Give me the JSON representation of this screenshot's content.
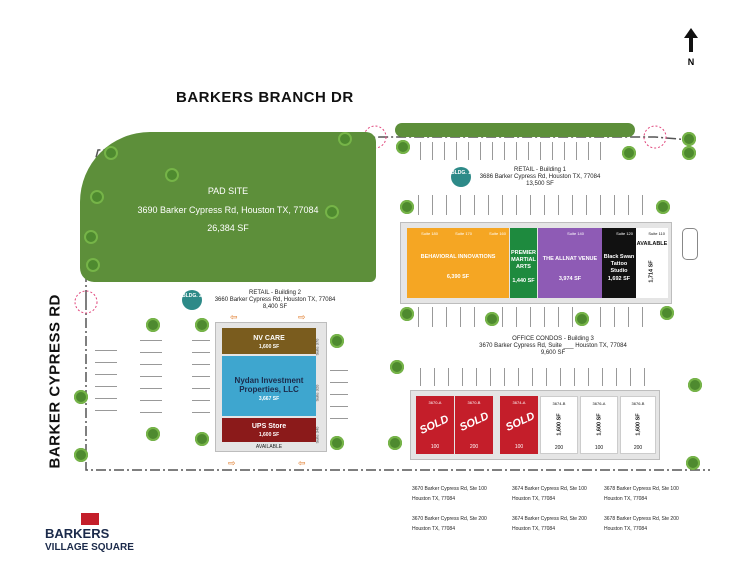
{
  "north": {
    "letter": "N"
  },
  "streets": {
    "top": "BARKERS BRANCH DR",
    "left": "BARKER CYPRESS RD"
  },
  "pad_site": {
    "title": "PAD SITE",
    "address": "3690 Barker Cypress Rd, Houston TX, 77084",
    "area": "26,384 SF"
  },
  "building1": {
    "badge": "BLDG. 1",
    "title": "RETAIL - Building 1",
    "address": "3686 Barker Cypress Rd, Houston TX, 77084",
    "area": "13,500 SF",
    "units": [
      {
        "suite": "Suite 180",
        "name": "",
        "sf": "",
        "color": "#f5a623"
      },
      {
        "suite": "Suite 170",
        "name": "BEHAVIORAL INNOVATIONS",
        "sf": "6,390 SF",
        "color": "#f5a623"
      },
      {
        "suite": "Suite 160",
        "name": "",
        "sf": "",
        "color": "#f5a623"
      },
      {
        "suite": "",
        "name": "PREMIER MARTIAL ARTS",
        "sf": "1,440 SF",
        "color": "#1e8a3e"
      },
      {
        "suite": "Suite 140",
        "name": "THE ALLNAT VENUE",
        "sf": "3,974 SF",
        "color": "#8e5bb5"
      },
      {
        "suite": "Suite 120",
        "name": "Black Swan Tattoo Studio",
        "sf": "1,692 SF",
        "color": "#111111"
      },
      {
        "suite": "Suite 110",
        "name": "AVAILABLE",
        "sf": "1,714 SF",
        "color": "#ffffff"
      }
    ]
  },
  "building2": {
    "badge": "BLDG. 2",
    "title": "RETAIL - Building 2",
    "address": "3660 Barker Cypress Rd, Houston TX, 77084",
    "area": "8,400 SF",
    "units": [
      {
        "name": "NV CARE",
        "sf": "1,600 SF",
        "suite": "Suite 370",
        "color": "#7a5c1e"
      },
      {
        "name": "Nydan Investment Properties, LLC",
        "sf": "3,667 SF",
        "suite": "Suite 320",
        "color": "#3ea6cf"
      },
      {
        "name": "UPS Store",
        "sf": "1,600 SF",
        "suite": "Suite 340",
        "color": "#8b1a1a"
      }
    ],
    "available": "AVAILABLE"
  },
  "building3": {
    "title": "OFFICE CONDOS - Building 3",
    "address": "3670 Barker Cypress Rd, Suite ___ Houston TX, 77084",
    "area": "9,600 SF",
    "units": [
      {
        "id": "3670-A",
        "status": "SOLD",
        "suite": "100",
        "sf": "",
        "color": "#c41e2a"
      },
      {
        "id": "3670-B",
        "status": "SOLD",
        "suite": "200",
        "sf": "",
        "color": "#c41e2a"
      },
      {
        "id": "3674-A",
        "status": "SOLD",
        "suite": "100",
        "sf": "",
        "color": "#c41e2a"
      },
      {
        "id": "3674-B",
        "status": "",
        "suite": "200",
        "sf": "1,600 SF",
        "color": "#ffffff"
      },
      {
        "id": "3676-A",
        "status": "",
        "suite": "100",
        "sf": "1,600 SF",
        "color": "#ffffff"
      },
      {
        "id": "3676-B",
        "status": "",
        "suite": "200",
        "sf": "1,600 SF",
        "color": "#ffffff"
      }
    ]
  },
  "addresses": [
    {
      "line1": "3670 Barker Cypress Rd, Ste 100",
      "line2": "Houston TX, 77084"
    },
    {
      "line1": "3674 Barker Cypress Rd, Ste 100",
      "line2": "Houston TX, 77084"
    },
    {
      "line1": "3678 Barker Cypress Rd, Ste 100",
      "line2": "Houston TX, 77084"
    },
    {
      "line1": "3670 Barker Cypress Rd, Ste 200",
      "line2": "Houston TX, 77084"
    },
    {
      "line1": "3674 Barker Cypress Rd, Ste 200",
      "line2": "Houston TX, 77084"
    },
    {
      "line1": "3678 Barker Cypress Rd, Ste 200",
      "line2": "Houston TX, 77084"
    }
  ],
  "logo": {
    "line1": "BARKERS",
    "line2": "VILLAGE SQUARE"
  },
  "colors": {
    "grass": "#5d8f3a",
    "road_line": "#555555",
    "accent": "#c41e2a"
  }
}
